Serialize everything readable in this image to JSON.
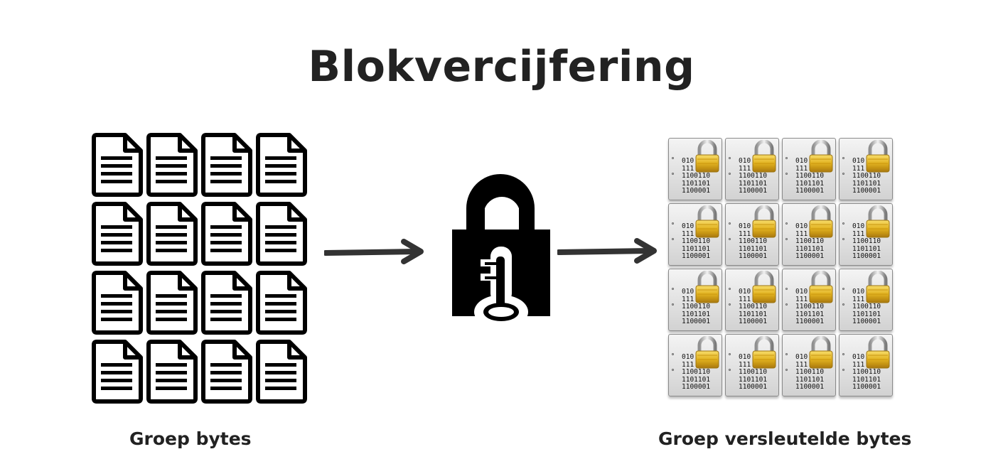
{
  "title": "Blokvercijfering",
  "captions": {
    "plain": "Groep bytes",
    "encrypted": "Groep versleutelde bytes"
  },
  "plain_group": {
    "rows": 4,
    "cols": 4,
    "icon": "document-icon"
  },
  "cipher": {
    "icon": "padlock-key-icon"
  },
  "encrypted_group": {
    "rows": 4,
    "cols": 4,
    "icon": "locked-file-icon",
    "bits": [
      "010",
      "111",
      "1100110",
      "1101101",
      "1100001"
    ]
  },
  "colors": {
    "text": "#222222",
    "icon": "#000000",
    "arrow": "#333333",
    "padlock_gold": "#e2b21f"
  }
}
